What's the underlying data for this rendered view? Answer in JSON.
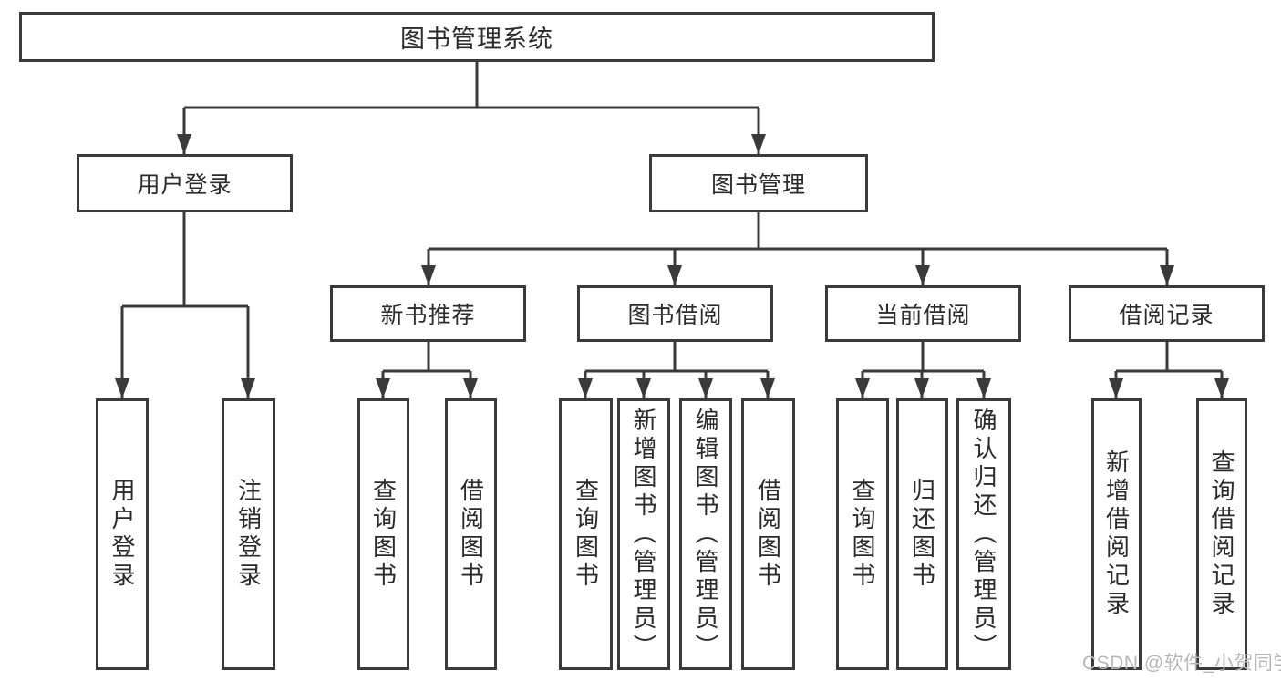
{
  "colors": {
    "line": "#3a3a3a",
    "box_border": "#3a3a3a",
    "box_background": "#ffffff",
    "text": "#2b2b2b",
    "watermark": "#b7b7b7"
  },
  "watermark": {
    "text": "CSDN @软件_小贺同学"
  },
  "tree": {
    "root": {
      "label": "图书管理系统"
    },
    "branches": [
      {
        "label": "用户登录",
        "children": [
          {
            "label": "用户登录"
          },
          {
            "label": "注销登录"
          }
        ]
      },
      {
        "label": "图书管理",
        "children": [
          {
            "label": "新书推荐",
            "children": [
              {
                "label": "查询图书"
              },
              {
                "label": "借阅图书"
              }
            ]
          },
          {
            "label": "图书借阅",
            "children": [
              {
                "label": "查询图书"
              },
              {
                "label": "新增图书（管理员）"
              },
              {
                "label": "编辑图书（管理员）"
              },
              {
                "label": "借阅图书"
              }
            ]
          },
          {
            "label": "当前借阅",
            "children": [
              {
                "label": "查询图书"
              },
              {
                "label": "归还图书"
              },
              {
                "label": "确认归还（管理员）"
              }
            ]
          },
          {
            "label": "借阅记录",
            "children": [
              {
                "label": "新增借阅记录"
              },
              {
                "label": "查询借阅记录"
              }
            ]
          }
        ]
      }
    ]
  }
}
